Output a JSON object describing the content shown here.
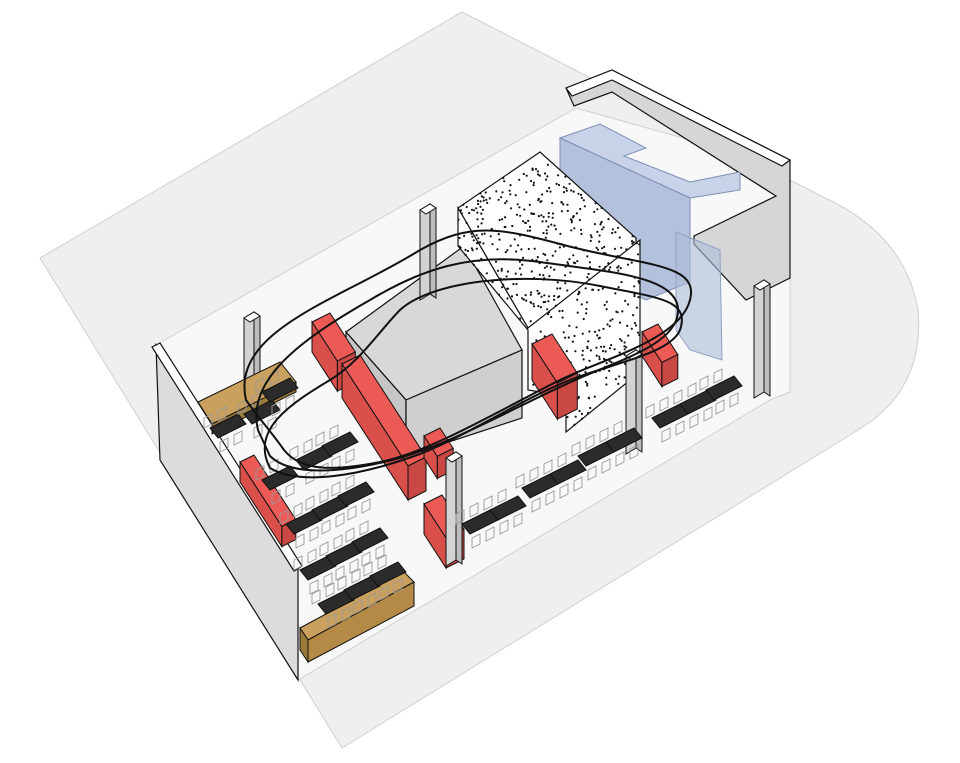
{
  "diagram": {
    "kind": "axonometric-interior-plan",
    "labels": [],
    "colors": {
      "ground": "#efefef",
      "floor": "#f7f7f7",
      "wall_side": "#dcdcdc",
      "wall_side_dark": "#cfcfcf",
      "red_block": "#ec5a55",
      "red_block_dark": "#c94843",
      "grey_box_top": "#d9d9d9",
      "grey_box_side": "#c6c6c6",
      "dotted_box": "#ffffff",
      "blue_block": "#b7c5e0",
      "blue_block_dark": "#8fa1c4",
      "wood": "#c9a05d",
      "table": "#2b2b2b",
      "chair": "#bdbdbd",
      "outline": "#111111"
    },
    "elements": {
      "outer_ground": "site-ground",
      "room_floor": "room-floor",
      "tables_count_visible": 18,
      "red_blocks_count": 7,
      "columns_count": 5
    }
  }
}
